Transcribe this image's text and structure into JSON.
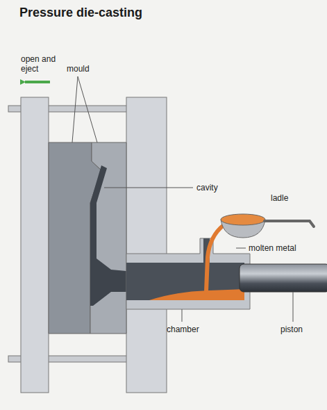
{
  "diagram": {
    "title": "Pressure die-casting",
    "labels": [
      "open and eject",
      "mould",
      "cavity",
      "ladle",
      "molten metal",
      "chamber",
      "piston"
    ]
  }
}
